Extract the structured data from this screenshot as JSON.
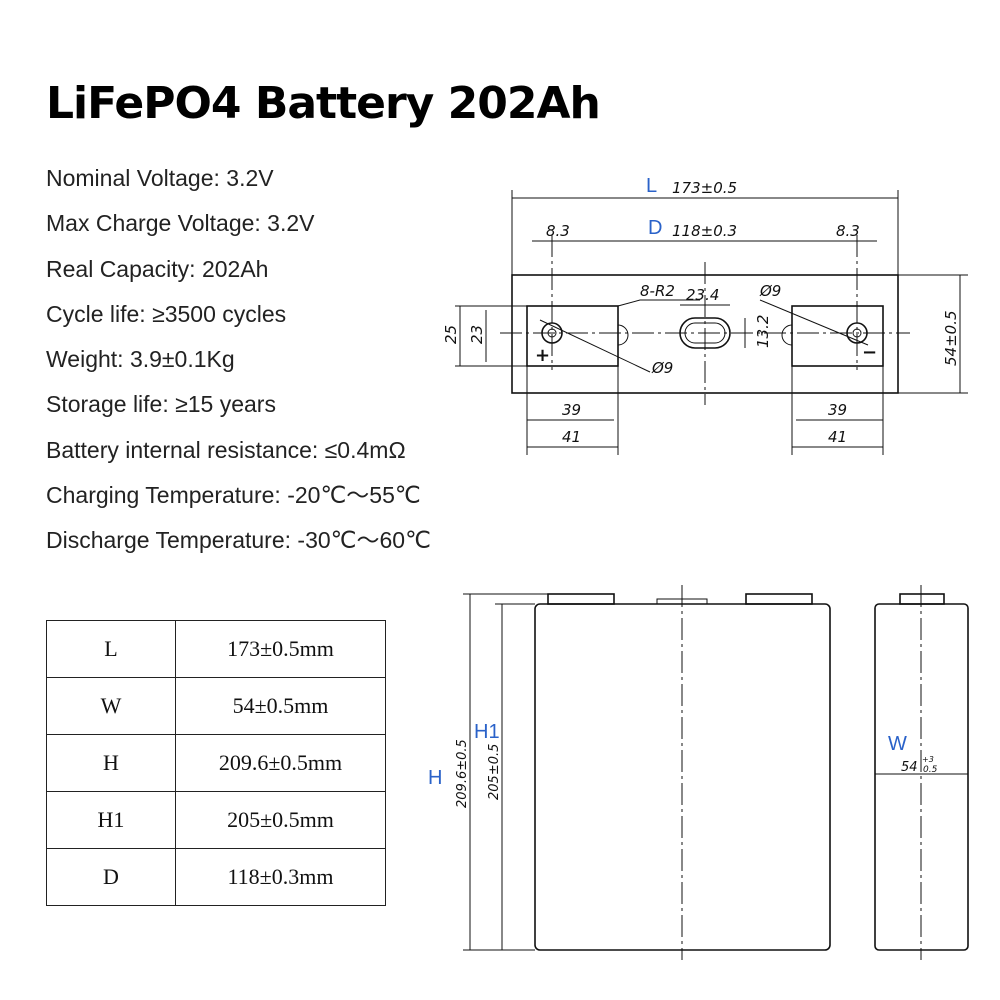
{
  "title": "LiFePO4 Battery 202Ah",
  "specs": [
    "Nominal Voltage: 3.2V",
    "Max Charge Voltage: 3.2V",
    "Real Capacity: 202Ah",
    "Cycle life: ≥3500 cycles",
    "Weight: 3.9±0.1Kg",
    "Storage life: ≥15 years",
    "Battery internal resistance: ≤0.4mΩ",
    "Charging Temperature: -20℃～55℃",
    "Discharge Temperature: -30℃～60℃"
  ],
  "table": [
    {
      "key": "L",
      "value": "173±0.5mm"
    },
    {
      "key": "W",
      "value": "54±0.5mm"
    },
    {
      "key": "H",
      "value": "209.6±0.5mm"
    },
    {
      "key": "H1",
      "value": "205±0.5mm"
    },
    {
      "key": "D",
      "value": "118±0.3mm"
    }
  ],
  "top_view": {
    "label_L": "L",
    "dim_L": "173±0.5",
    "label_D": "D",
    "dim_D": "118±0.3",
    "dim_83_left": "8.3",
    "dim_83_right": "8.3",
    "dim_r2": "8-R2",
    "dim_234": "23.4",
    "dim_d9_right": "Ø9",
    "dim_d9_left": "Ø9",
    "dim_132": "13.2",
    "dim_25": "25",
    "dim_23": "23",
    "dim_54": "54±0.5",
    "dim_39_left": "39",
    "dim_41_left": "41",
    "dim_39_right": "39",
    "dim_41_right": "41",
    "plus": "+",
    "minus": "−"
  },
  "front_view": {
    "label_H": "H",
    "label_H1": "H1",
    "dim_H": "209.6±0.5",
    "dim_H1": "205±0.5"
  },
  "side_view": {
    "label_W": "W",
    "dim_W": "54",
    "tol_upper": "+3",
    "tol_lower": "0.5"
  }
}
